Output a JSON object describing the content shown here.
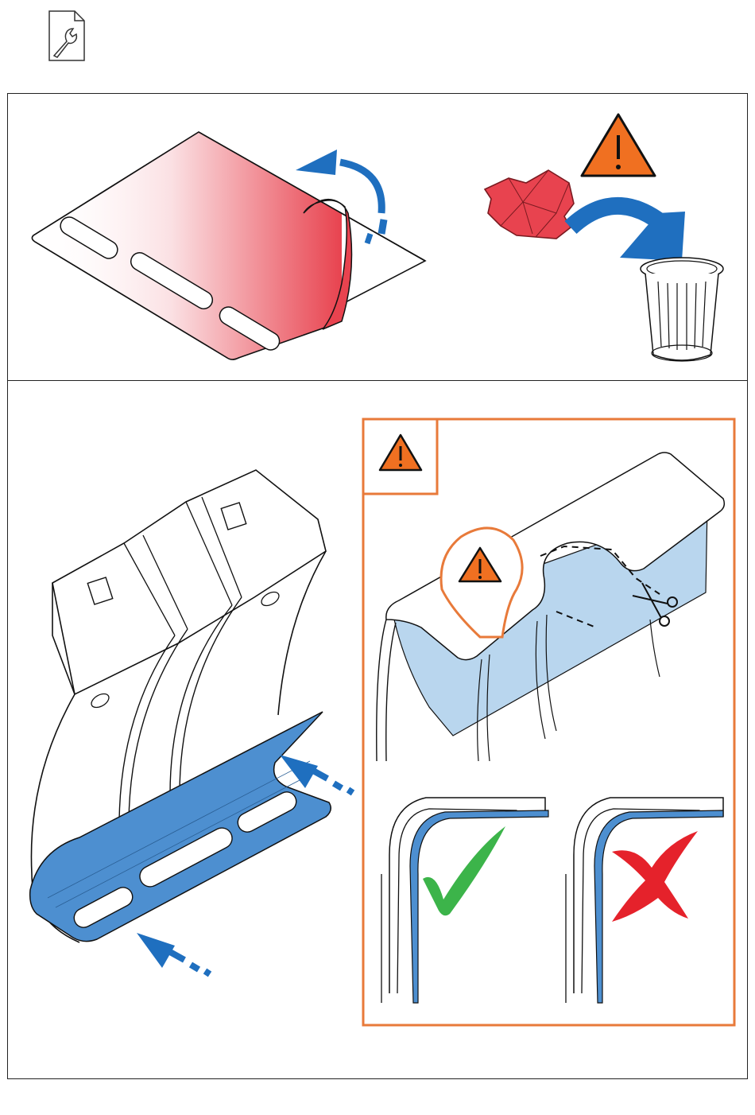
{
  "header": {
    "icon": "wrench-document-icon"
  },
  "panel_top": {
    "illustrations": [
      "peel-protective-film",
      "discard-film-to-bin"
    ],
    "icons": [
      "warning-triangle-icon",
      "curved-arrow-icon",
      "trash-bin-icon",
      "crumpled-film-icon"
    ]
  },
  "panel_bottom": {
    "illustrations": [
      "apply-adhesive-liner-to-bracket",
      "trim-excess-liner",
      "correct-fit",
      "incorrect-fit"
    ],
    "icons": [
      "warning-triangle-icon",
      "scissors-icon",
      "checkmark-icon",
      "cross-icon",
      "dashed-arrow-icon"
    ]
  },
  "colors": {
    "outline": "#111111",
    "film_red": "#e8434f",
    "arrow_blue": "#1f6fbf",
    "liner_blue": "#4d8fd0",
    "liner_light": "#b9d6ee",
    "warning_orange": "#f07021",
    "frame_orange": "#e87a3a",
    "check_green": "#3cb44a",
    "cross_red": "#e5222b"
  }
}
